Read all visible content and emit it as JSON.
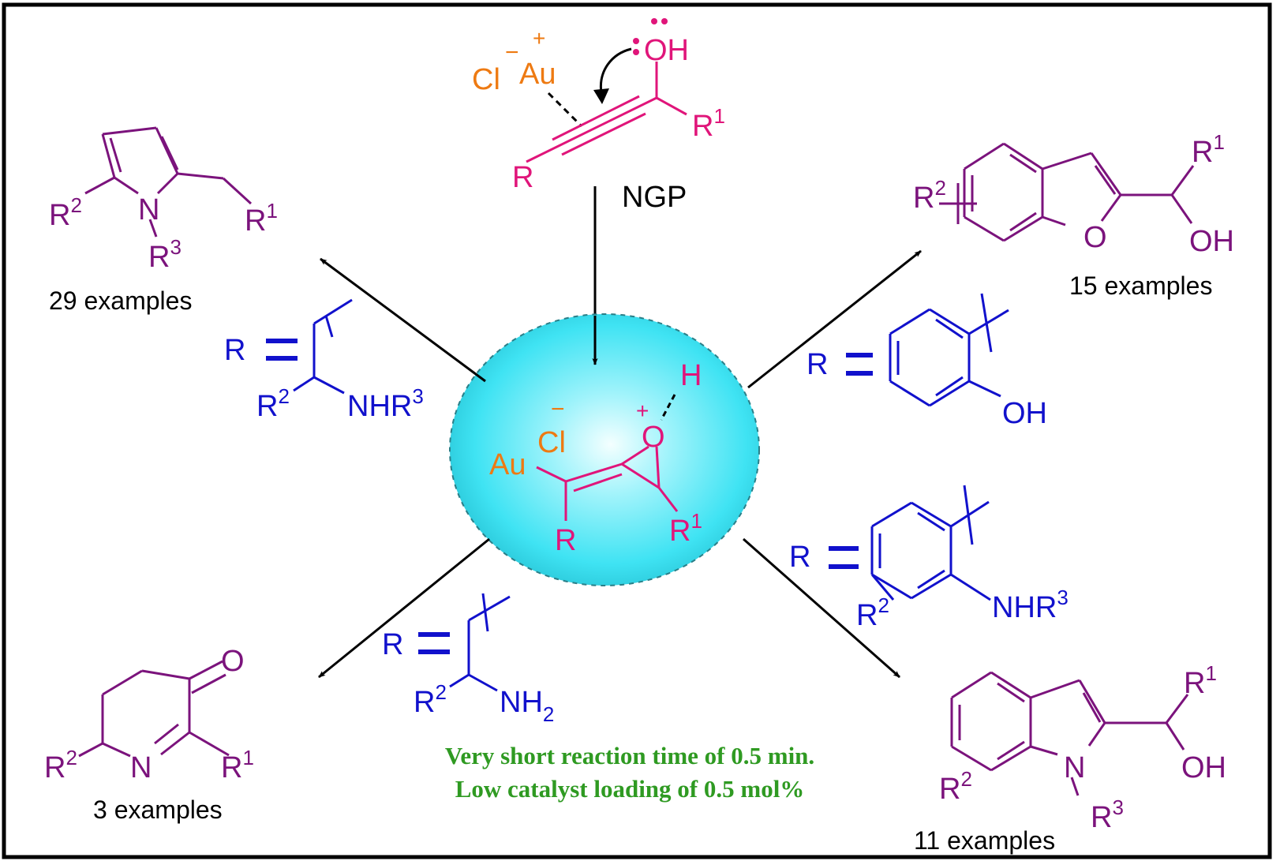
{
  "colors": {
    "magenta": "#e0157a",
    "orange": "#ee7a12",
    "purple": "#7b137c",
    "blue": "#1111cc",
    "green": "#2f9a22",
    "black": "#000000",
    "sphere": "#3fe3f3"
  },
  "top": {
    "cl": "Cl",
    "cl_charge": "−",
    "au": "Au",
    "au_charge": "+",
    "lone_pair": ":",
    "oh": "OH",
    "r1": "R",
    "r1_sup": "1",
    "r": "R",
    "ngp": "NGP"
  },
  "center": {
    "au": "Au",
    "cl": "Cl",
    "cl_charge": "−",
    "o": "O",
    "o_charge": "+",
    "h": "H",
    "r": "R",
    "r1": "R",
    "r1_sup": "1"
  },
  "products": {
    "pyrrole": {
      "r2": "R",
      "r2_sup": "2",
      "n": "N",
      "r3": "R",
      "r3_sup": "3",
      "r1": "R",
      "r1_sup": "1",
      "count": "29 examples"
    },
    "benzofuran": {
      "r2": "R",
      "r2_sup": "2",
      "o": "O",
      "r1": "R",
      "r1_sup": "1",
      "oh": "OH",
      "count": "15 examples"
    },
    "pyridinone": {
      "o": "O",
      "r2": "R",
      "r2_sup": "2",
      "n": "N",
      "r1": "R",
      "r1_sup": "1",
      "count": "3 examples"
    },
    "indole": {
      "r1": "R",
      "r1_sup": "1",
      "oh": "OH",
      "n": "N",
      "r2": "R",
      "r2_sup": "2",
      "r3": "R",
      "r3_sup": "3",
      "count": "11 examples"
    }
  },
  "substituents": {
    "amine_nh": {
      "r": "R",
      "r2": "R",
      "r2_sup": "2",
      "nh": "NHR",
      "nh_sup": "3"
    },
    "phenol": {
      "r": "R",
      "oh": "OH"
    },
    "aniline": {
      "r": "R",
      "r2": "R",
      "r2_sup": "2",
      "nh": "NHR",
      "nh_sup": "3"
    },
    "amine_nh2": {
      "r": "R",
      "r2": "R",
      "r2_sup": "2",
      "nh": "NH",
      "nh_sub": "2"
    }
  },
  "notes": {
    "line1": "Very short reaction time of 0.5 min.",
    "line2": "Low catalyst loading of 0.5 mol%"
  }
}
